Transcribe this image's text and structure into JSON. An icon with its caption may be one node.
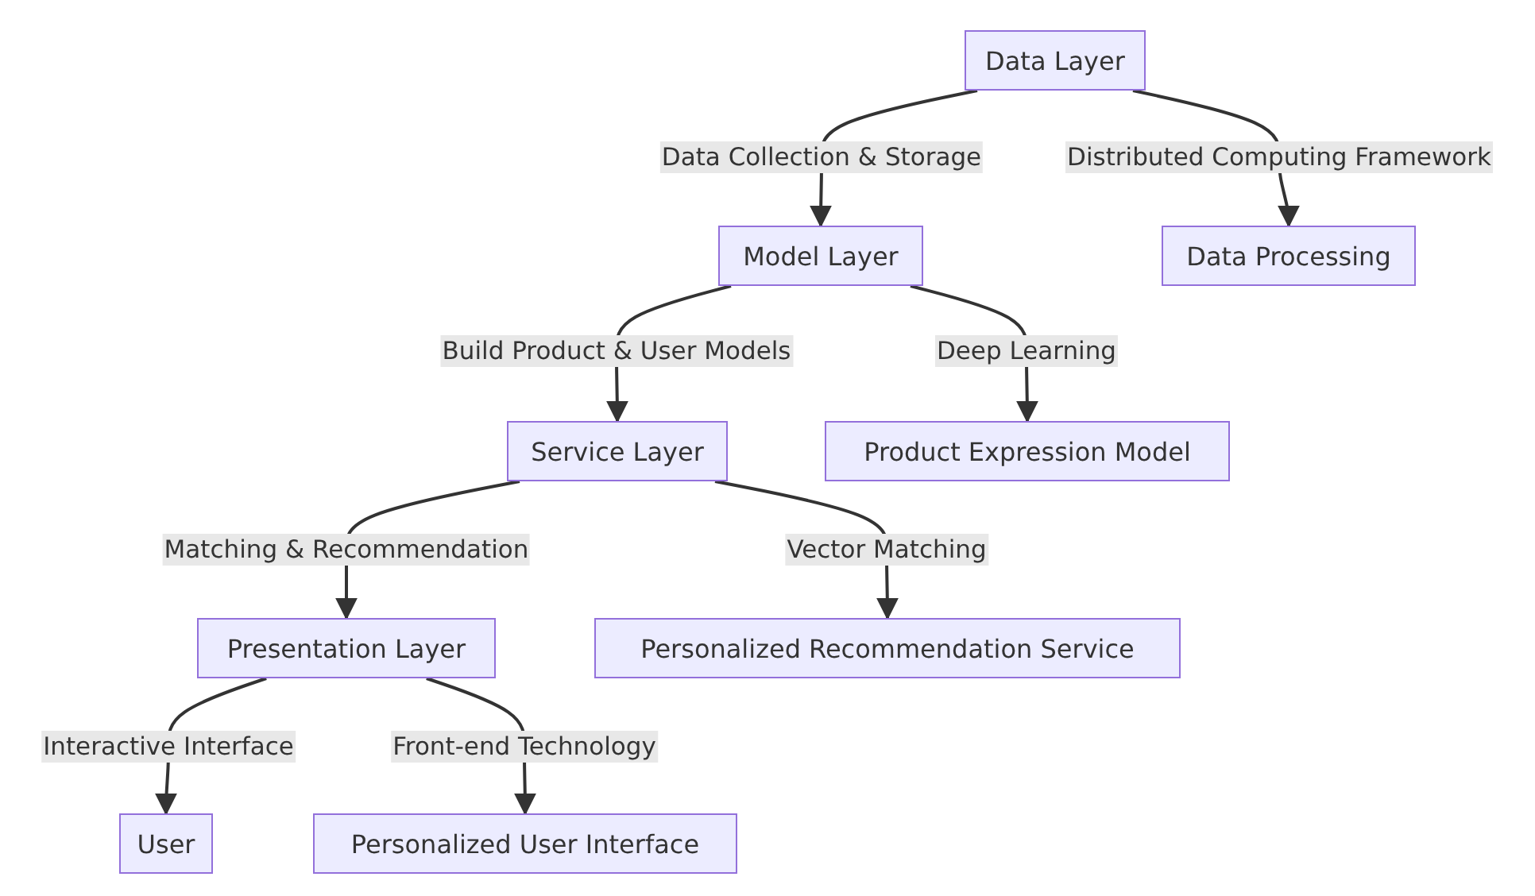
{
  "diagram": {
    "nodes": [
      {
        "text": [
          "Data Layer"
        ]
      },
      {
        "text": [
          "Model Layer"
        ]
      },
      {
        "text": [
          "Data Processing"
        ]
      },
      {
        "text": [
          "Service Layer"
        ]
      },
      {
        "text": [
          "Product Expression Model"
        ]
      },
      {
        "text": [
          "Presentation Layer"
        ]
      },
      {
        "text": [
          "Personalized Recommendation Service"
        ]
      },
      {
        "text": [
          "User"
        ]
      },
      {
        "text": [
          "Personalized User Interface"
        ]
      }
    ],
    "edges": [
      {
        "from": 0,
        "to": 1,
        "arrow": "to",
        "label": "Data Collection & Storage"
      },
      {
        "from": 0,
        "to": 2,
        "arrow": "to",
        "label": "Distributed Computing Framework"
      },
      {
        "from": 1,
        "to": 3,
        "arrow": "to",
        "label": "Build Product & User Models"
      },
      {
        "from": 1,
        "to": 4,
        "arrow": "to",
        "label": "Deep Learning"
      },
      {
        "from": 3,
        "to": 5,
        "arrow": "to",
        "label": "Matching & Recommendation"
      },
      {
        "from": 3,
        "to": 6,
        "arrow": "to",
        "label": "Vector Matching"
      },
      {
        "from": 5,
        "to": 7,
        "arrow": "to",
        "label": "Interactive Interface"
      },
      {
        "from": 5,
        "to": 8,
        "arrow": "to",
        "label": "Front-end Technology"
      }
    ]
  }
}
